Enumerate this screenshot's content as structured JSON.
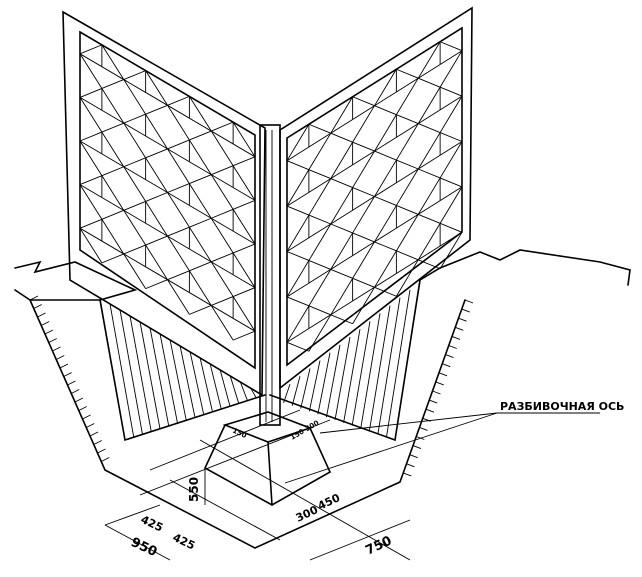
{
  "callout": {
    "label": "РАЗБИВОЧНАЯ ОСЬ"
  },
  "dimensions": {
    "footing_height": "550",
    "half_width_a": "425",
    "half_width_b": "425",
    "base_width": "950",
    "post_offset": "300",
    "step_width": "450",
    "trench_width": "750",
    "post_left": "150",
    "post_right": "150 300"
  }
}
